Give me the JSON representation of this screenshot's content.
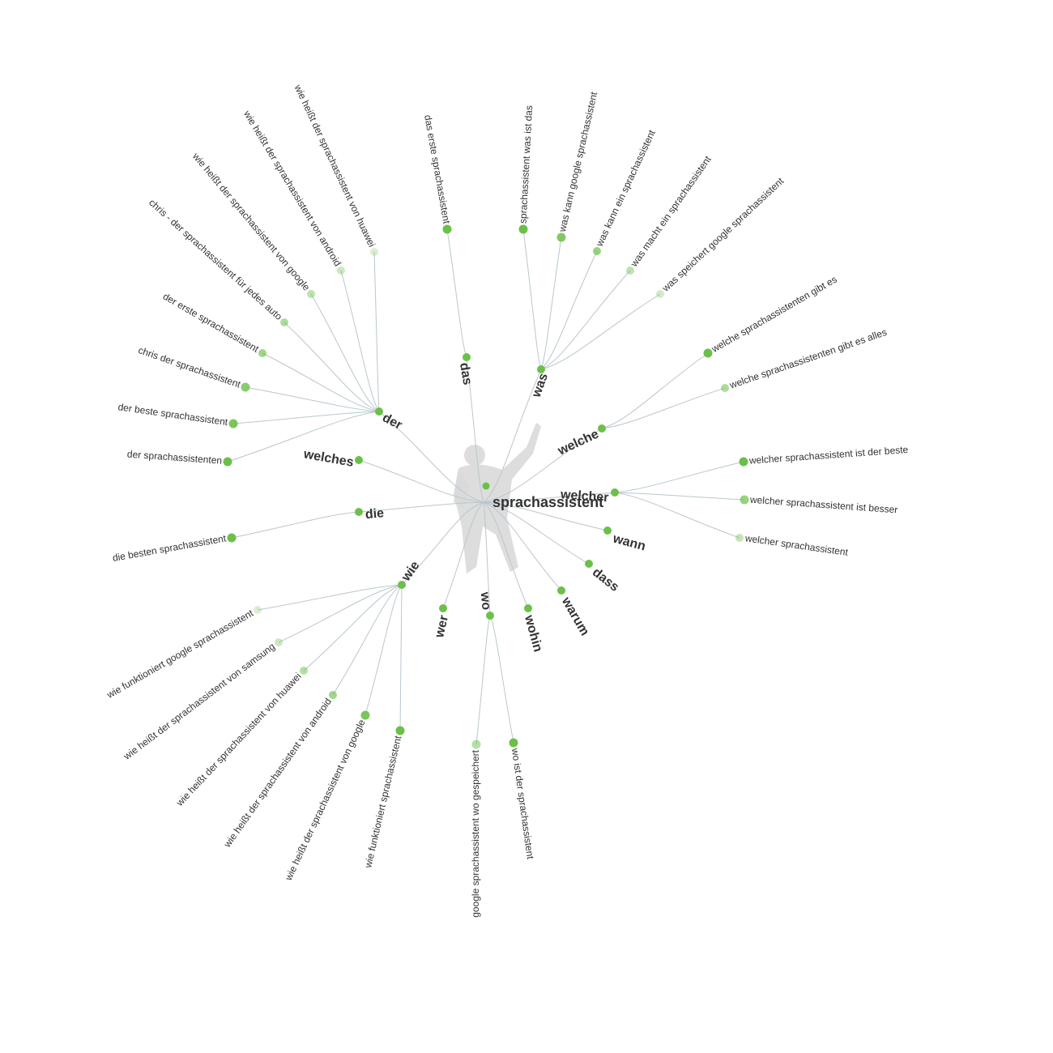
{
  "root": {
    "label": "sprachassistent"
  },
  "colors": {
    "node": "#6cc04a",
    "edge": "#b9c7cf",
    "text": "#333333",
    "silhouette": "#d9d9d9"
  },
  "figure_icon": "person-pointing-silhouette-icon",
  "branches": [
    {
      "label": "der",
      "children": [
        "wie heißt der sprachassistent von huawei",
        "wie heißt der sprachassistent von android",
        "wie heißt der sprachassistent von google",
        "chris - der sprachassistent für jedes auto",
        "der erste sprachassistent",
        "chris der sprachassistent",
        "der beste sprachassistent",
        "der sprachassistenten"
      ]
    },
    {
      "label": "das",
      "children": [
        "das erste sprachassistent"
      ]
    },
    {
      "label": "was",
      "children": [
        "sprachassistent was ist das",
        "was kann google sprachassistent",
        "was kann ein sprachassistent",
        "was macht ein sprachassistent",
        "was speichert google sprachassistent"
      ]
    },
    {
      "label": "welche",
      "children": [
        "welche sprachassistenten gibt es",
        "welche sprachassistenten gibt es alles"
      ]
    },
    {
      "label": "welcher",
      "children": [
        "welcher sprachassistent ist der beste",
        "welcher sprachassistent ist besser",
        "welcher sprachassistent"
      ]
    },
    {
      "label": "wann",
      "children": []
    },
    {
      "label": "dass",
      "children": []
    },
    {
      "label": "warum",
      "children": []
    },
    {
      "label": "wohin",
      "children": []
    },
    {
      "label": "wo",
      "children": [
        "google sprachassistent wo gespeichert",
        "wo ist der sprachassistent"
      ]
    },
    {
      "label": "wer",
      "children": []
    },
    {
      "label": "wie",
      "children": [
        "wie funktioniert google sprachassistent",
        "wie heißt der sprachassistent von samsung",
        "wie heißt der sprachassistent von huawei",
        "wie heißt der sprachassistent von android",
        "wie heißt der sprachassistent von google",
        "wie funktioniert sprachassistent"
      ]
    },
    {
      "label": "die",
      "children": [
        "die besten sprachassistent"
      ]
    },
    {
      "label": "welches",
      "children": []
    }
  ]
}
